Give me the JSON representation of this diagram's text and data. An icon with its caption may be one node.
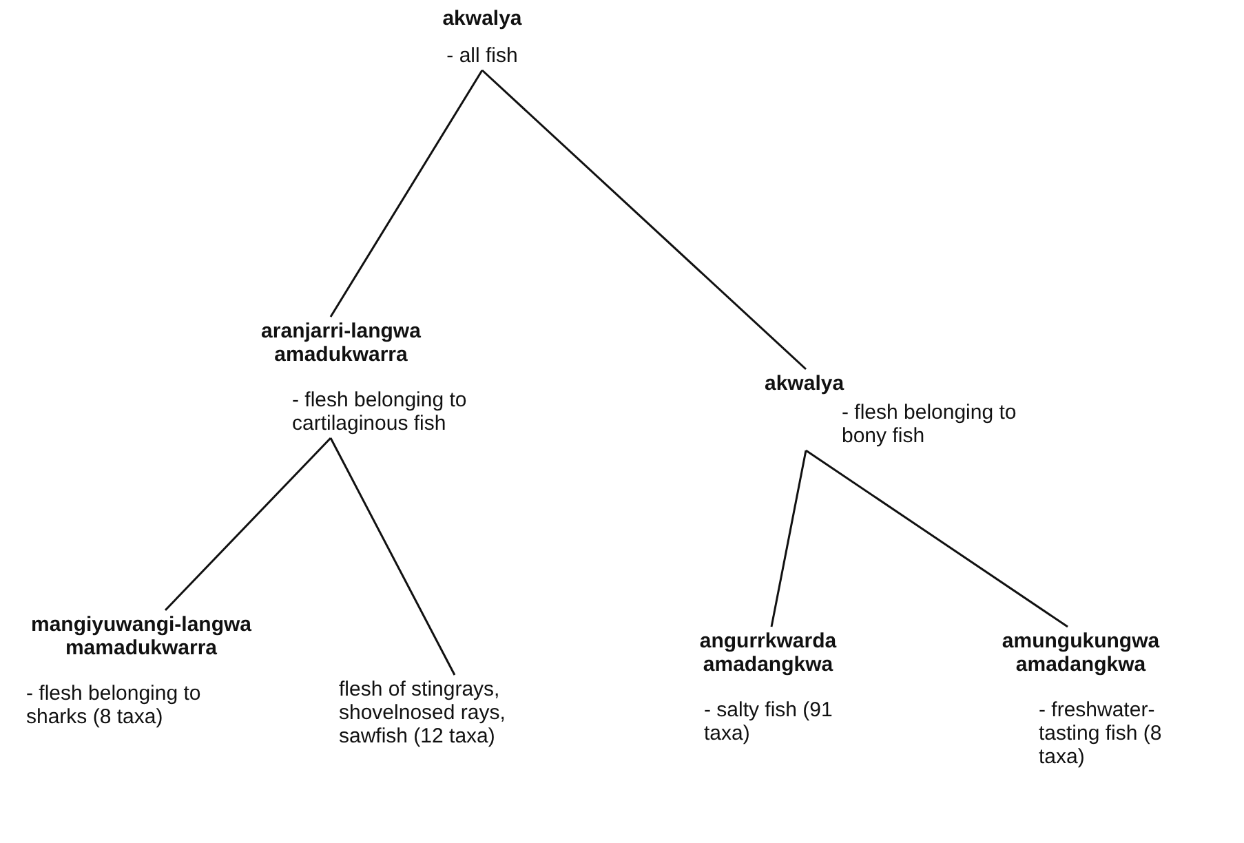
{
  "diagram": {
    "nodes": [
      {
        "text": [
          "akwalya",
          "- all fish"
        ]
      },
      {
        "text": [
          "aranjarri-langwa amadukwarra",
          "- flesh belonging to cartilaginous fish"
        ]
      },
      {
        "text": [
          "akwalya",
          "- flesh belonging to bony fish"
        ]
      },
      {
        "text": [
          "mangiyuwangi-langwa mamadukwarra",
          "- flesh belonging to sharks (8 taxa)"
        ]
      },
      {
        "text": [
          "flesh of stingrays, shovelnosed rays, sawfish (12 taxa)"
        ]
      },
      {
        "text": [
          "angurrkwarda amadangkwa",
          "- salty fish (91 taxa)"
        ]
      },
      {
        "text": [
          "amungukungwa amadangkwa",
          "- freshwater-tasting fish (8 taxa)"
        ]
      }
    ],
    "edges": [
      {
        "from": 0,
        "to": 1,
        "arrow": "none"
      },
      {
        "from": 0,
        "to": 2,
        "arrow": "none"
      },
      {
        "from": 1,
        "to": 3,
        "arrow": "none"
      },
      {
        "from": 1,
        "to": 4,
        "arrow": "none"
      },
      {
        "from": 2,
        "to": 5,
        "arrow": "none"
      },
      {
        "from": 2,
        "to": 6,
        "arrow": "none"
      }
    ]
  }
}
